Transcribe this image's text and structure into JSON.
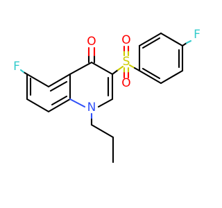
{
  "molecule": {
    "atoms": {
      "oxygen_ketone": "O",
      "oxygen_sulfonyl_top": "O",
      "oxygen_sulfonyl_bottom": "O",
      "sulfur": "S",
      "nitrogen": "N",
      "fluorine_left": "F",
      "fluorine_right": "F"
    }
  },
  "colors": {
    "oxygen": "#ff0000",
    "sulfur": "#cccc00",
    "nitrogen": "#3050f8",
    "fluorine": "#33cccc",
    "carbon": "#000000"
  }
}
